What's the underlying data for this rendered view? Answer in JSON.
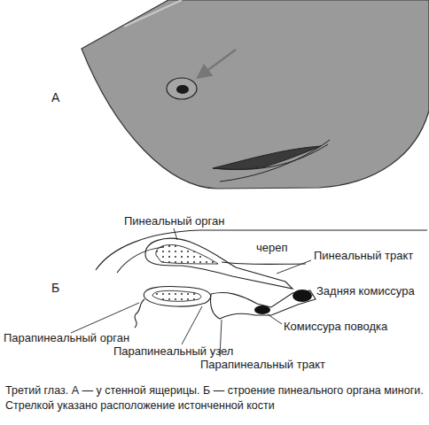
{
  "diagram": {
    "caption": "Третий глаз. А — у стенной ящерицы. Б — строение пинеального органа миноги. Стрелкой указано расположение истонченной кости",
    "labels": [
      "А",
      "Б",
      "Пинеальный орган",
      "череп",
      "Пинеальный тракт",
      "Задняя комиссура",
      "Комиссура поводка",
      "Парапинеальный орган",
      "Парапинеальный узел",
      "Парапинеальный тракт"
    ]
  }
}
